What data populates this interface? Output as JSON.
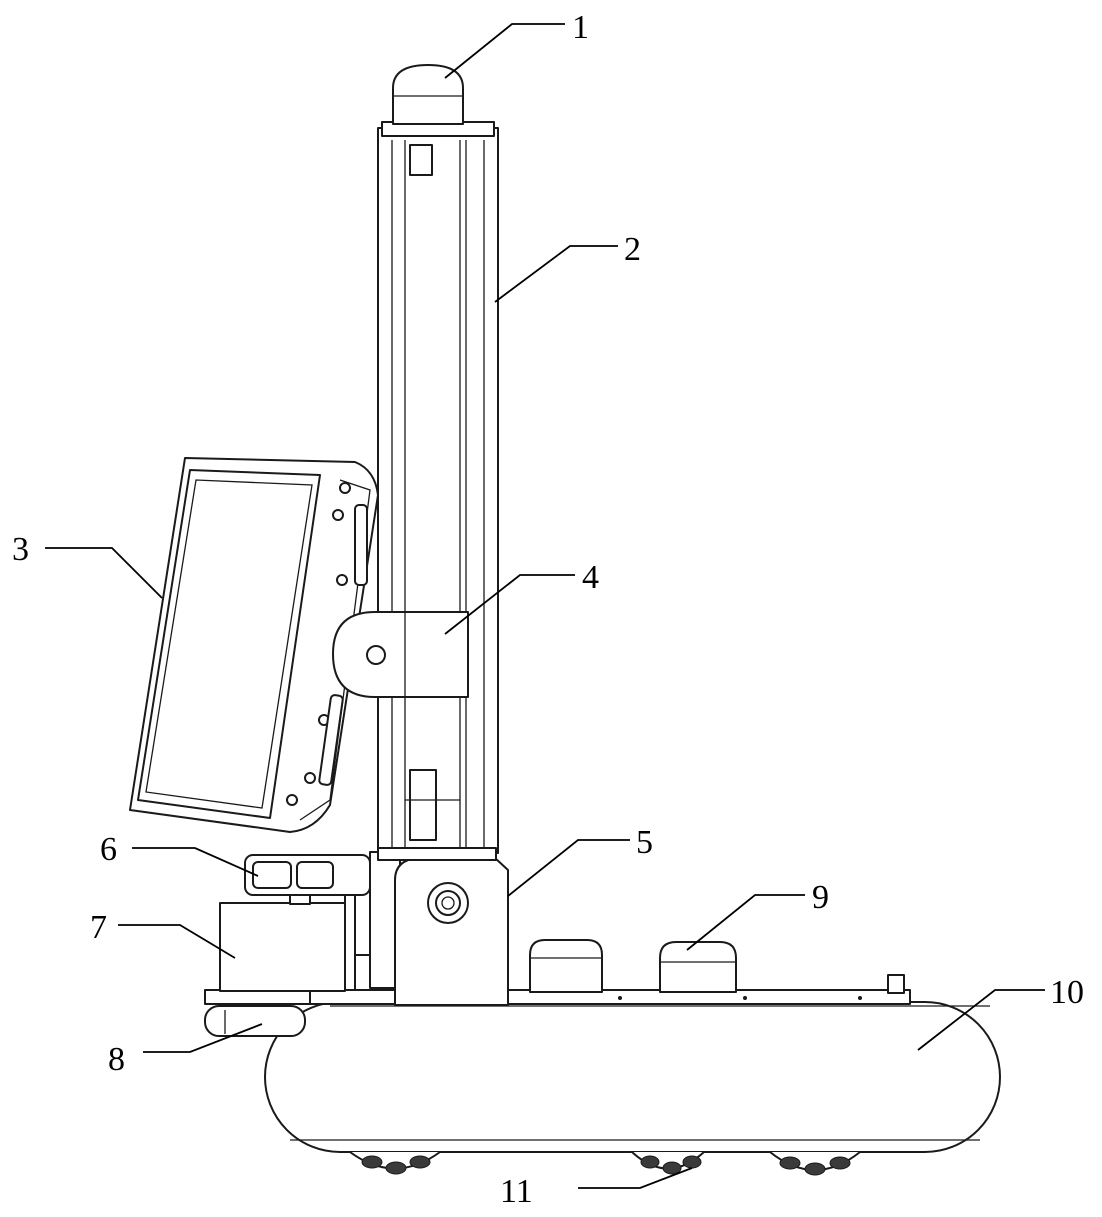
{
  "figure": {
    "callouts": [
      {
        "id": "1",
        "label": "1"
      },
      {
        "id": "2",
        "label": "2"
      },
      {
        "id": "3",
        "label": "3"
      },
      {
        "id": "4",
        "label": "4"
      },
      {
        "id": "5",
        "label": "5"
      },
      {
        "id": "6",
        "label": "6"
      },
      {
        "id": "7",
        "label": "7"
      },
      {
        "id": "8",
        "label": "8"
      },
      {
        "id": "9",
        "label": "9"
      },
      {
        "id": "10",
        "label": "10"
      },
      {
        "id": "11",
        "label": "11"
      }
    ],
    "line_color": "#1a1a1a",
    "background": "#ffffff"
  }
}
